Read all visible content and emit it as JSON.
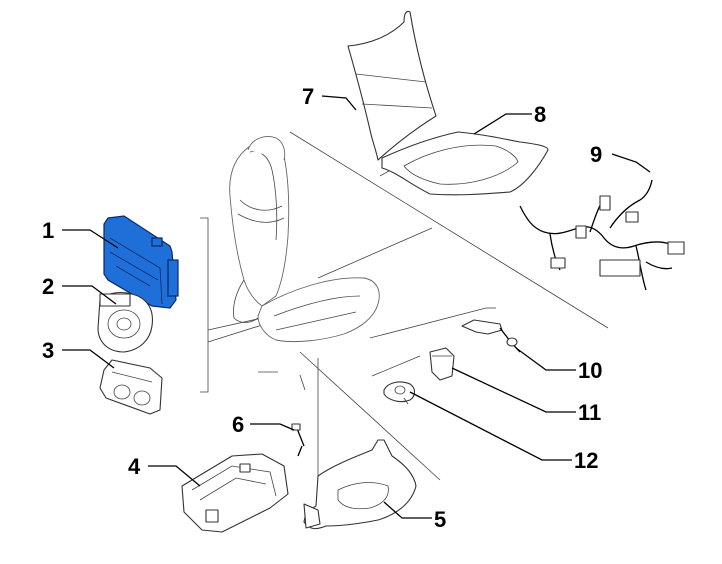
{
  "labels": {
    "p1": "1",
    "p2": "2",
    "p3": "3",
    "p4": "4",
    "p5": "5",
    "p6": "6",
    "p7": "7",
    "p8": "8",
    "p9": "9",
    "p10": "10",
    "p11": "11",
    "p12": "12"
  },
  "colors": {
    "highlight": "#1f6fd8",
    "highlight_edge": "#0b2a66",
    "line": "#000000"
  }
}
